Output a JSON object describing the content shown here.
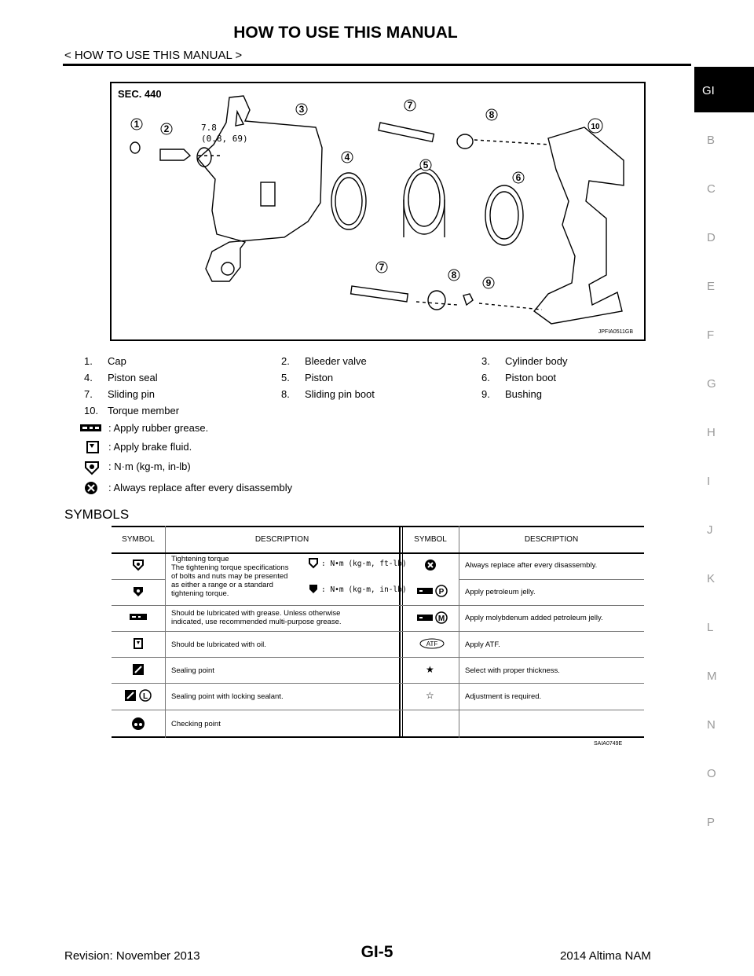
{
  "header": {
    "title": "HOW TO USE THIS MANUAL",
    "breadcrumb": "< HOW TO USE THIS MANUAL >"
  },
  "side_index": {
    "active": "GI",
    "letters": [
      "B",
      "C",
      "D",
      "E",
      "F",
      "G",
      "H",
      "I",
      "J",
      "K",
      "L",
      "M",
      "N",
      "O",
      "P"
    ]
  },
  "figure": {
    "section": "SEC. 440",
    "torque_value": "7.8",
    "torque_conv": "(0.8, 69)",
    "code": "JPFIA0511GB",
    "callouts": [
      "1",
      "2",
      "3",
      "4",
      "5",
      "6",
      "7",
      "7",
      "8",
      "8",
      "9",
      "10"
    ]
  },
  "parts_legend": [
    {
      "num": "1.",
      "name": "Cap"
    },
    {
      "num": "2.",
      "name": "Bleeder valve"
    },
    {
      "num": "3.",
      "name": "Cylinder body"
    },
    {
      "num": "4.",
      "name": "Piston seal"
    },
    {
      "num": "5.",
      "name": "Piston"
    },
    {
      "num": "6.",
      "name": "Piston boot"
    },
    {
      "num": "7.",
      "name": "Sliding pin"
    },
    {
      "num": "8.",
      "name": "Sliding pin boot"
    },
    {
      "num": "9.",
      "name": "Bushing"
    },
    {
      "num": "10.",
      "name": "Torque member"
    }
  ],
  "symbol_legend": [
    {
      "icon": "grease-icon",
      "text": ": Apply rubber grease."
    },
    {
      "icon": "brake-fluid-icon",
      "text": ": Apply brake fluid."
    },
    {
      "icon": "torque-icon",
      "text": ": N·m (kg-m, in-lb)"
    },
    {
      "icon": "replace-icon",
      "text": ": Always replace after every disassembly"
    }
  ],
  "symbols_section": {
    "heading": "SYMBOLS",
    "col_headers": [
      "SYMBOL",
      "DESCRIPTION",
      "SYMBOL",
      "DESCRIPTION"
    ],
    "torque_desc": "Tightening torque\nThe tightening torque specifications\nof bolts and nuts may be presented\nas either a range or a standard\ntightening torque.",
    "torque_unit_1": ": N•m (kg-m, ft-lb)",
    "torque_unit_2": ": N•m (kg-m, in-lb)",
    "left_rows": [
      {
        "icon": "grease-icon",
        "desc": "Should be lubricated with grease. Unless otherwise\nindicated, use recommended multi-purpose grease."
      },
      {
        "icon": "oil-icon",
        "desc": "Should be lubricated with oil."
      },
      {
        "icon": "sealing-point-icon",
        "desc": "Sealing point"
      },
      {
        "icon": "locking-sealant-icon",
        "desc": "Sealing point with locking sealant."
      },
      {
        "icon": "checking-point-icon",
        "desc": "Checking point"
      }
    ],
    "right_rows": [
      {
        "icon": "replace-icon",
        "desc": "Always replace after every disassembly."
      },
      {
        "icon": "petroleum-jelly-icon",
        "desc": "Apply petroleum jelly."
      },
      {
        "icon": "molybdenum-jelly-icon",
        "desc": "Apply molybdenum added petroleum jelly."
      },
      {
        "icon": "atf-icon",
        "label": "ATF",
        "desc": "Apply ATF."
      },
      {
        "icon": "star-filled-icon",
        "glyph": "★",
        "desc": "Select with proper thickness."
      },
      {
        "icon": "star-outline-icon",
        "glyph": "☆",
        "desc": "Adjustment is required."
      }
    ],
    "code": "SAIA0749E"
  },
  "footer": {
    "revision": "Revision: November 2013",
    "page": "GI-5",
    "model": "2014 Altima NAM"
  }
}
